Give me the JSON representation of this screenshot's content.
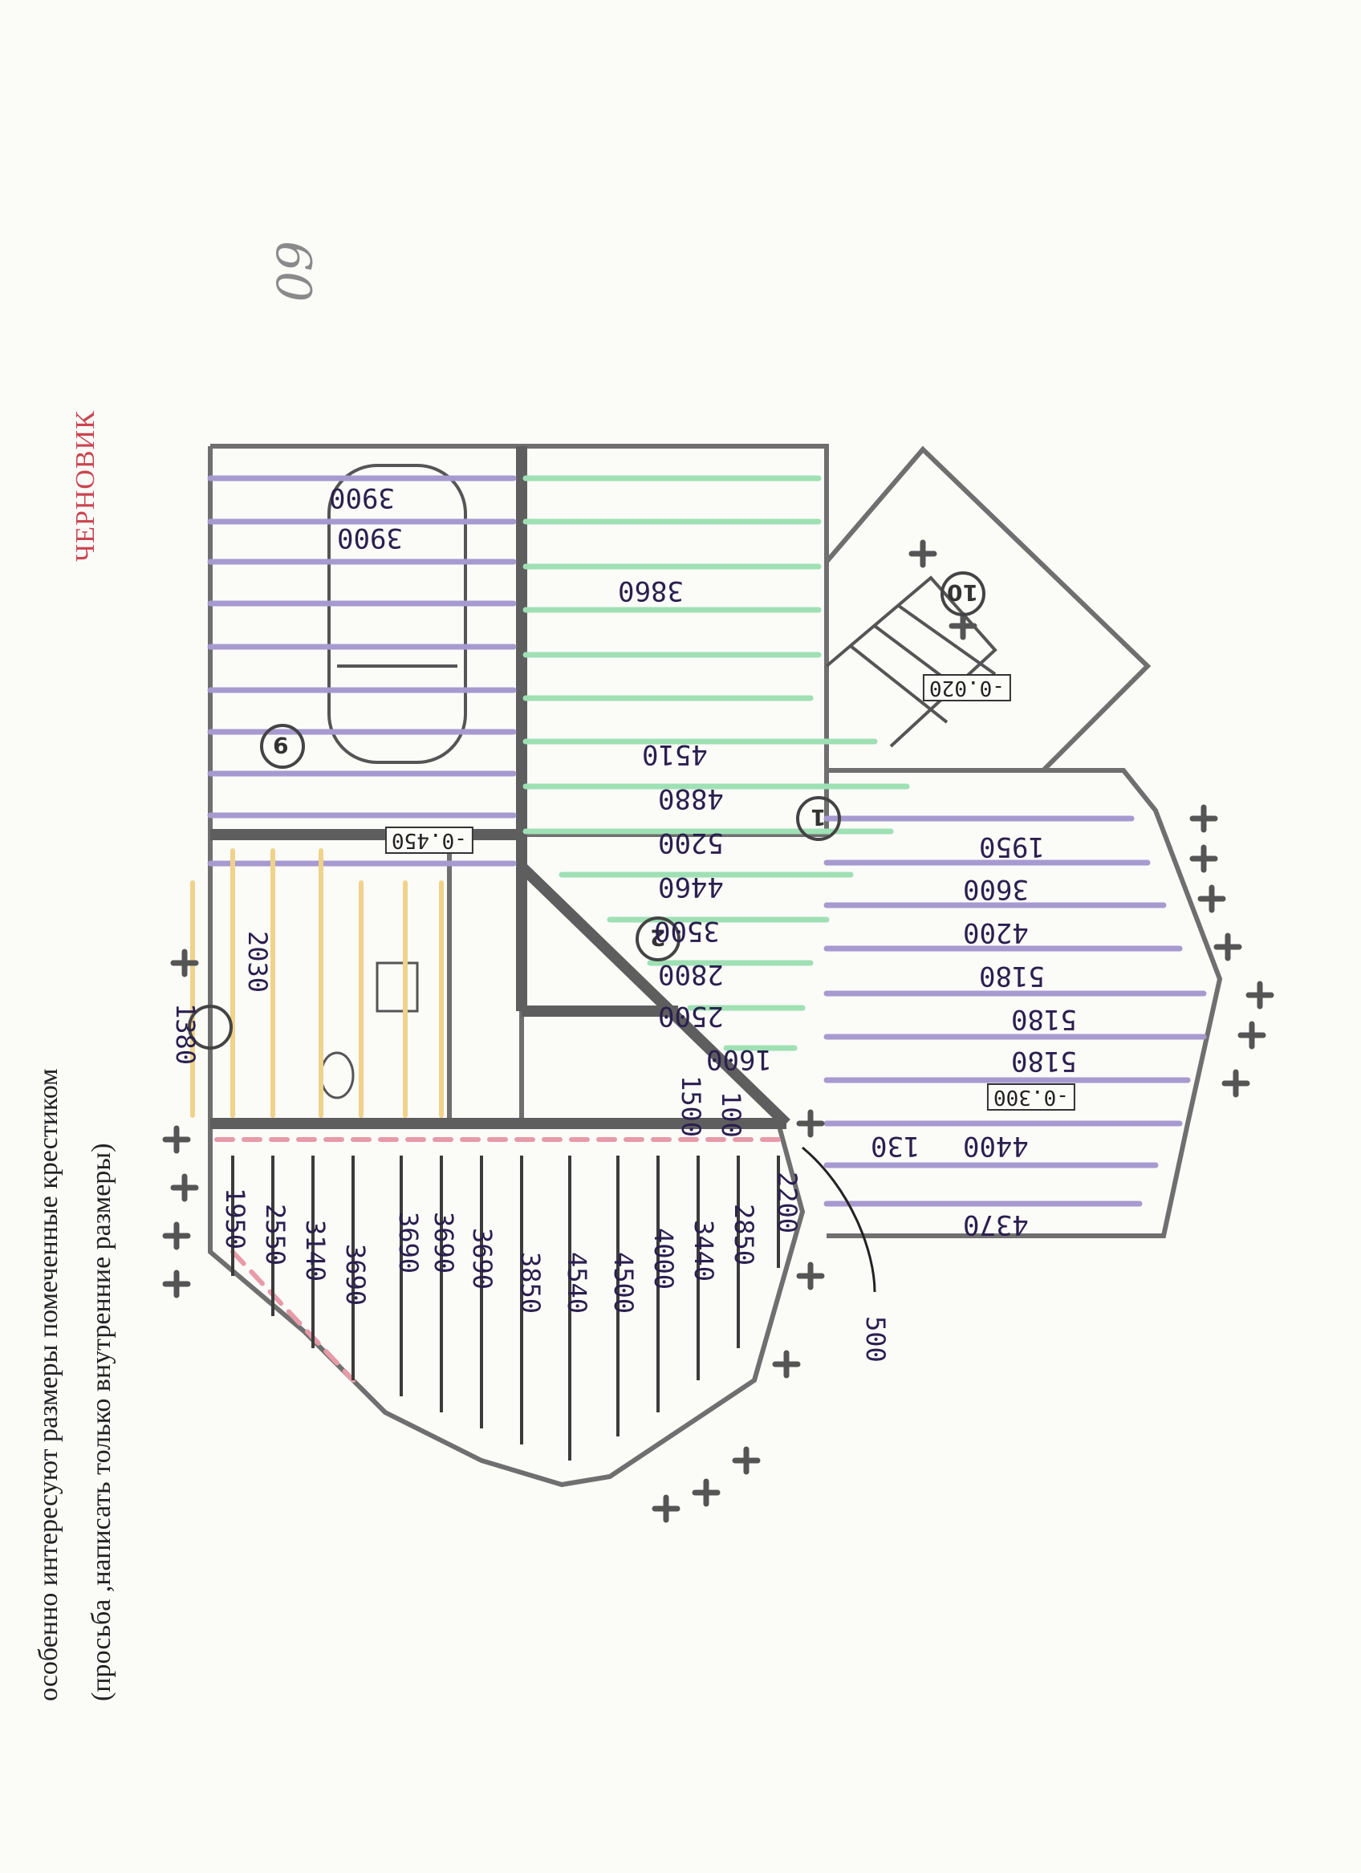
{
  "header": {
    "draft_stamp": "ЧЕРНОВИК",
    "sheet_number": "60"
  },
  "note": {
    "line1": "особенно интересуют размеры помеченные крестиком",
    "line2": "(просьба ,написать только внутренние размеры)"
  },
  "room_numbers": [
    "9",
    "1",
    "2",
    "10"
  ],
  "level_tags": [
    "-0.450",
    "-0.300",
    "-0.020"
  ],
  "dimensions_top_block": [
    "3900",
    "3900",
    "3860"
  ],
  "dimensions_middle_block": [
    "4510",
    "4880",
    "5200",
    "4460",
    "3500",
    "2800",
    "2500",
    "1600"
  ],
  "dimensions_right_block": [
    "1950",
    "3600",
    "4200",
    "5180",
    "5180",
    "5180",
    "4400",
    "130",
    "4370"
  ],
  "dimensions_lower_block": [
    "1950",
    "2550",
    "3140",
    "3690",
    "3690",
    "3690",
    "3690",
    "3850",
    "4540",
    "4500",
    "4000",
    "3440",
    "2850",
    "2200"
  ],
  "dimensions_misc": [
    "500",
    "1380",
    "2030",
    "1500",
    "100"
  ],
  "colors": {
    "wall": "#6f6f6f",
    "purple_line": "#a69ad0",
    "green_line": "#9fe0b4",
    "yellow_line": "#f0d28a",
    "pink_line": "#e79aa8",
    "ink": "#2a1f4f",
    "stamp": "#c9454f"
  },
  "icons": [
    "car-icon",
    "tree-cross-icon",
    "toilet-icon",
    "sink-icon"
  ]
}
